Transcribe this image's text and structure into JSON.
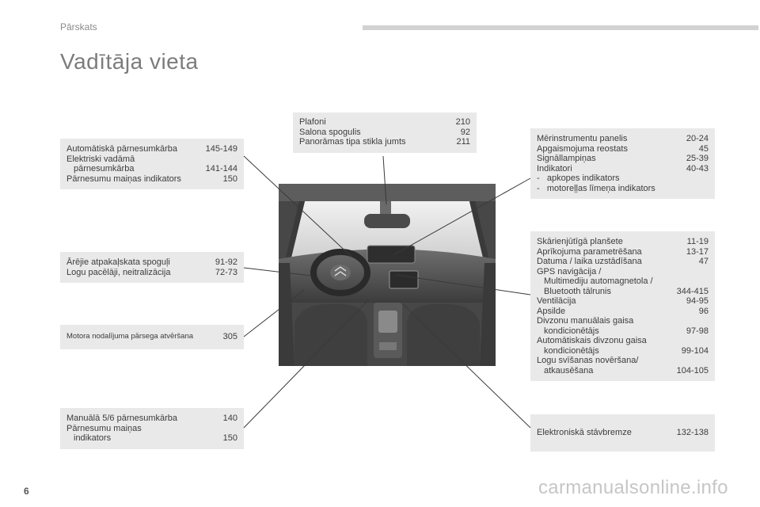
{
  "header": {
    "section": "Pārskats"
  },
  "title": "Vadītāja vieta",
  "page_number": "6",
  "watermark": "carmanualsonline.info",
  "boxes": {
    "automatic": [
      {
        "l": "Automātiskā pārnesumkārba",
        "r": "145-149"
      },
      {
        "l": "Elektriski vadāmā",
        "r": ""
      },
      {
        "l": "pārnesumkārba",
        "r": "141-144"
      },
      {
        "l": "Pārnesumu maiņas indikators",
        "r": "150"
      }
    ],
    "mirrors": [
      {
        "l": "Ārējie atpakaļskata spoguļi",
        "r": "91-92"
      },
      {
        "l": "Logu pacēlāji, neitralizācija",
        "r": "72-73"
      }
    ],
    "bonnet": {
      "l": "Motora nodalījuma pārsega atvēršana",
      "r": "305"
    },
    "manual": [
      {
        "l": "Manuālā 5/6 pārnesumkārba",
        "r": "140"
      },
      {
        "l": "Pārnesumu maiņas",
        "r": ""
      },
      {
        "l": "indikators",
        "r": "150"
      }
    ],
    "ceiling": [
      {
        "l": "Plafoni",
        "r": "210"
      },
      {
        "l": "Salona spogulis",
        "r": "92"
      },
      {
        "l": "Panorāmas tipa stikla jumts",
        "r": "211"
      }
    ],
    "instruments": [
      {
        "l": "Mērinstrumentu panelis",
        "r": "20-24"
      },
      {
        "l": "Apgaismojuma reostats",
        "r": "45"
      },
      {
        "l": "Signāllampiņas",
        "r": "25-39"
      },
      {
        "l": "Indikatori",
        "r": "40-43"
      },
      {
        "l": "-   apkopes indikators",
        "r": ""
      },
      {
        "l": "-   motoreļļas līmeņa indikators",
        "r": ""
      }
    ],
    "tablet": [
      {
        "l": "Skārienjūtīgā planšete",
        "r": "11-19"
      },
      {
        "l": "Aprīkojuma parametrēšana",
        "r": "13-17"
      },
      {
        "l": "Datuma / laika uzstādīšana",
        "r": "47"
      },
      {
        "l": "GPS navigācija /",
        "r": ""
      },
      {
        "l": "Multimediju automagnetola /",
        "r": ""
      },
      {
        "l": "Bluetooth tālrunis",
        "r": "344-415"
      },
      {
        "l": "Ventilācija",
        "r": "94-95"
      },
      {
        "l": "Apsilde",
        "r": "96"
      },
      {
        "l": "Divzonu manuālais gaisa",
        "r": ""
      },
      {
        "l": "kondicionētājs",
        "r": "97-98"
      },
      {
        "l": "Automātiskais divzonu gaisa",
        "r": ""
      },
      {
        "l": "kondicionētājs",
        "r": "99-104"
      },
      {
        "l": "Logu svīšanas novēršana/",
        "r": ""
      },
      {
        "l": "atkausēšana",
        "r": "104-105"
      }
    ],
    "parking": {
      "l": "Elektroniskā stāvbremze",
      "r": "132-138"
    }
  }
}
